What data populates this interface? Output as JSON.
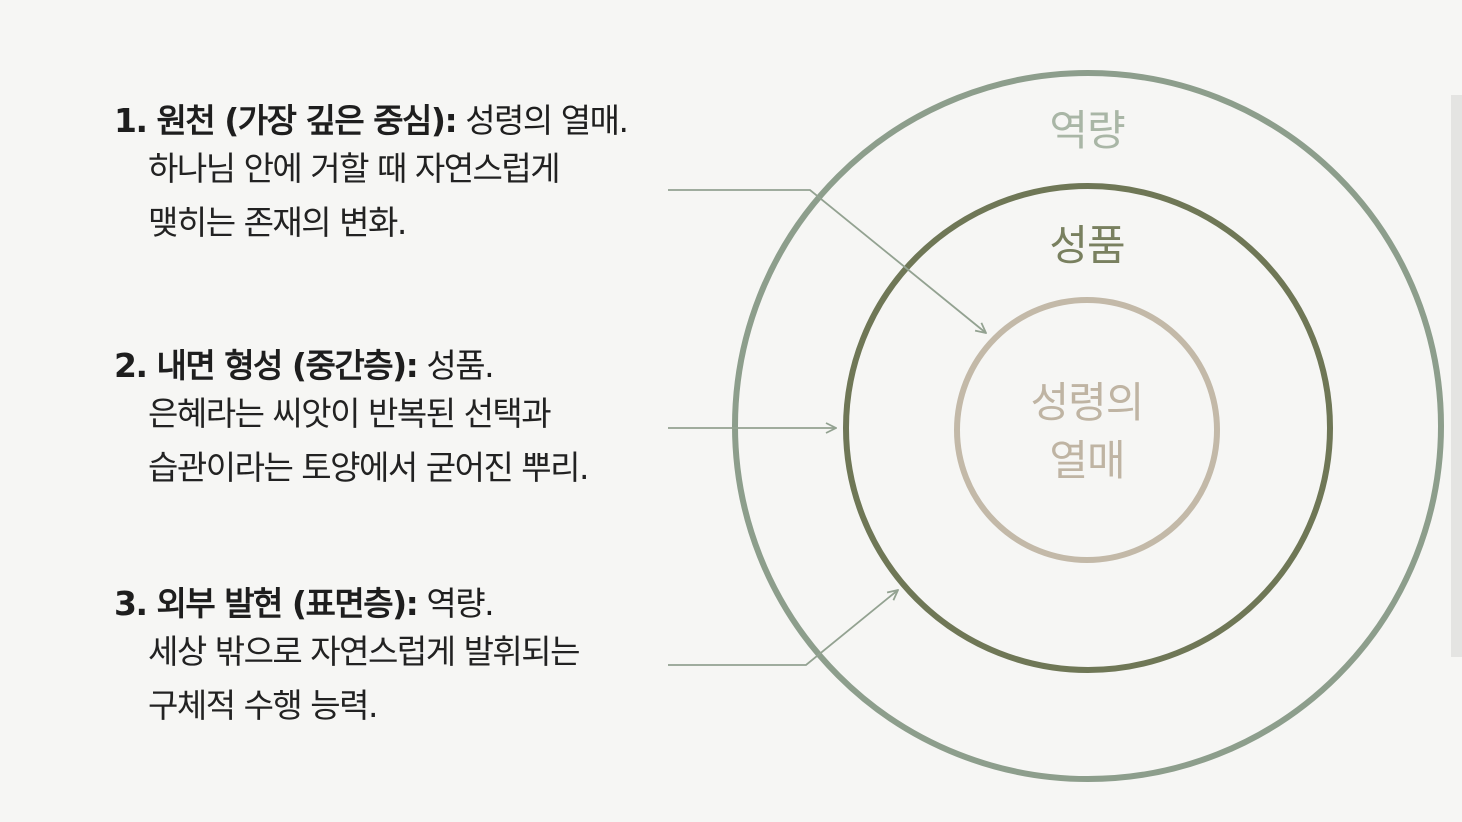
{
  "items": [
    {
      "title": "1. 원천 (가장 깊은 중심):",
      "summary": " 성령의 열매.",
      "lines": [
        "하나님 안에 거할 때 자연스럽게",
        "맺히는 존재의 변화."
      ]
    },
    {
      "title": "2. 내면 형성 (중간층):",
      "summary": " 성품.",
      "lines": [
        "은혜라는 씨앗이 반복된 선택과",
        "습관이라는 토양에서 굳어진 뿌리."
      ]
    },
    {
      "title": "3. 외부 발현 (표면층):",
      "summary": " 역량.",
      "lines": [
        "세상 밖으로 자연스럽게 발휘되는",
        "구체적 수행 능력."
      ]
    }
  ],
  "rings": {
    "outer_label": "역량",
    "middle_label": "성품",
    "inner_label_line1": "성령의",
    "inner_label_line2": "열매"
  },
  "colors": {
    "outer_ring": "#8d9e8c",
    "middle_ring": "#6f7756",
    "inner_ring": "#c3b9a8",
    "outer_label": "#a9b6a6",
    "middle_label": "#79805f",
    "inner_label": "#bfb4a3",
    "connector": "#93a291"
  }
}
